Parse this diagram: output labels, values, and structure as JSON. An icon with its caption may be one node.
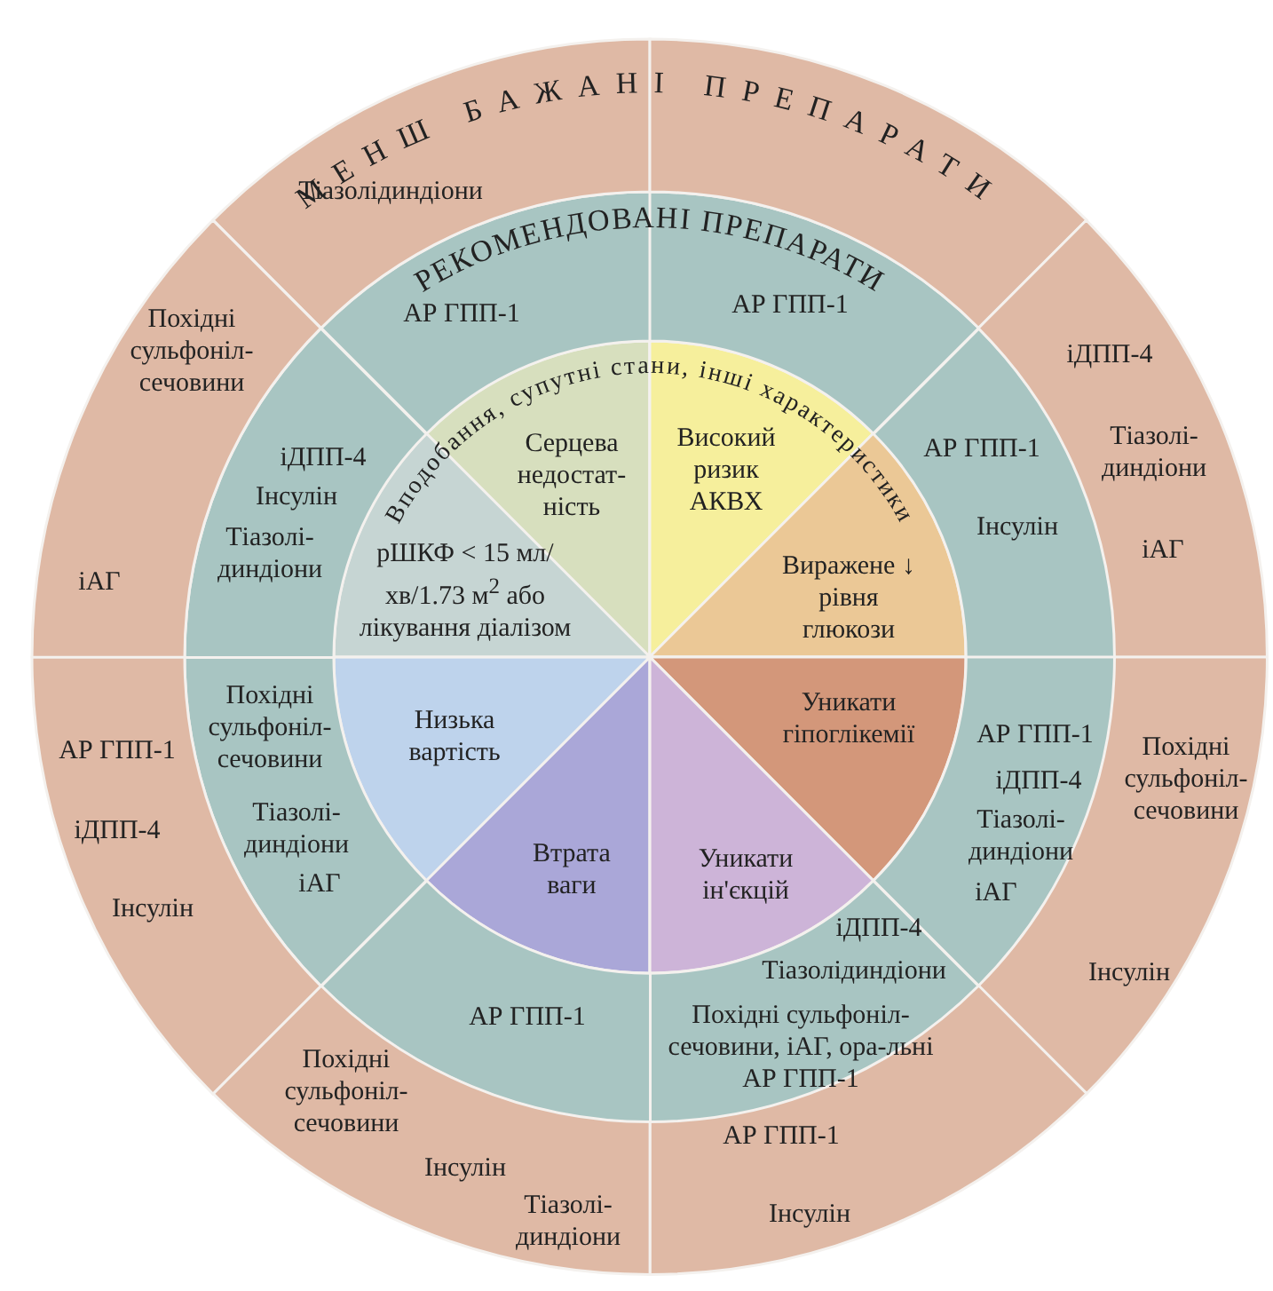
{
  "diagram": {
    "nodes": [
      {
        "text": [
          "Серцева недостат-ність"
        ]
      },
      {
        "text": [
          "Високий ризик АКВХ"
        ]
      },
      {
        "text": [
          "Виражене ↓ рівня глюкози"
        ]
      },
      {
        "text": [
          "Уникати гіпоглікемії"
        ]
      },
      {
        "text": [
          "Уникати ін'єкцій"
        ]
      },
      {
        "text": [
          "Втрата ваги"
        ]
      },
      {
        "text": [
          "Низька вартість"
        ]
      },
      {
        "text": [
          "рШКФ < 15 мл/хв/1.73 м$^{2}$ або лікування діалізом"
        ]
      },
      {
        "text": [
          "АР ГПП-1"
        ]
      },
      {
        "text": [
          "АР ГПП-1"
        ]
      },
      {
        "text": [
          "АР ГПП-1",
          "Інсулін"
        ]
      },
      {
        "text": [
          "АР ГПП-1",
          "іДПП-4",
          "Тіазолі-диндіони",
          "іАГ"
        ]
      },
      {
        "text": [
          "іДПП-4",
          "Тіазолідиндіони",
          "Похідні сульфоніл-сечовини, іАГ, ора-льні АР ГПП-1"
        ]
      },
      {
        "text": [
          "АР ГПП-1"
        ]
      },
      {
        "text": [
          "Похідні сульфоніл-сечовини",
          "Тіазолі-диндіони",
          "іАГ"
        ]
      },
      {
        "text": [
          "іДПП-4",
          "Інсулін",
          "Тіазолі-диндіони"
        ]
      },
      {
        "text": [
          "Тіазолідиндіони"
        ]
      },
      {
        "text": [],
        "shape": "sector"
      },
      {
        "text": [
          "іДПП-4",
          "Тіазолі-диндіони",
          "іАГ"
        ]
      },
      {
        "text": [
          "Похідні сульфоніл-сечовини",
          "Інсулін"
        ]
      },
      {
        "text": [
          "АР ГПП-1",
          "Інсулін"
        ]
      },
      {
        "text": [
          "Похідні сульфоніл-сечовини",
          "Інсулін",
          "Тіазолі-диндіони"
        ]
      },
      {
        "text": [
          "АР ГПП-1",
          "іДПП-4",
          "Інсулін"
        ]
      },
      {
        "text": [
          "Похідні сульфоніл-сечовини",
          "іАГ"
        ]
      }
    ],
    "labels": [
      "МЕНШ БАЖАНІ ПРЕПАРАТИ",
      "РЕКОМЕНДОВАНІ ПРЕПАРАТИ",
      "Вподобання, супутні стани, інші характеристики"
    ]
  }
}
